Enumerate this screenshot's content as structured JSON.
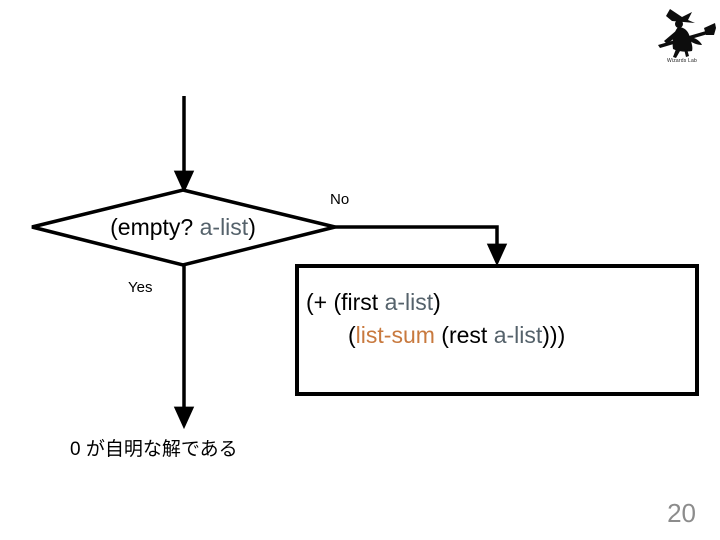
{
  "slide": {
    "page_number": "20",
    "background_color": "#ffffff"
  },
  "logo": {
    "icon_name": "witch-on-broomstick-logo",
    "caption": "Wizards Lab"
  },
  "flowchart": {
    "decision": {
      "text_prefix": "(empty? ",
      "text_var": "a-list",
      "text_suffix": ")",
      "full_text": "(empty? a-list)"
    },
    "branches": {
      "no_label": "No",
      "yes_label": "Yes"
    },
    "process_box": {
      "line1_prefix": "(+ (first ",
      "line1_var": "a-list",
      "line1_suffix": ")",
      "line2_open": "(",
      "line2_fn": "list-sum",
      "line2_mid": " (rest ",
      "line2_var": "a-list",
      "line2_close": ")))",
      "full_text": "(+ (first a-list) (list-sum (rest a-list)))"
    },
    "terminal": {
      "text": "0 が自明な解である"
    }
  },
  "colors": {
    "variable": "#55626b",
    "function": "#c8793e",
    "stroke": "#000000",
    "page_number": "#8c8c8c"
  }
}
